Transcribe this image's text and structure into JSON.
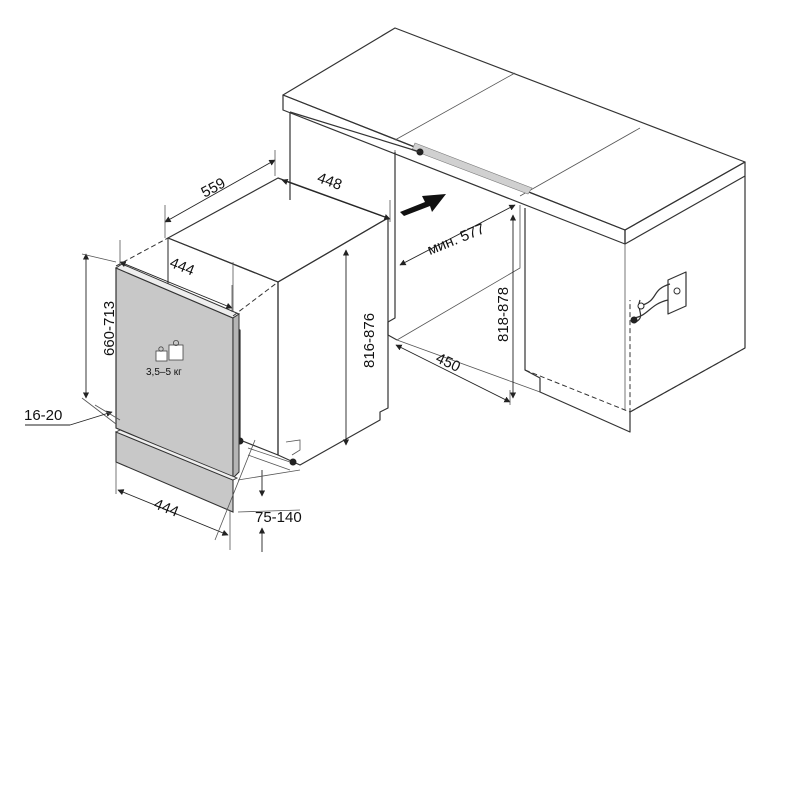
{
  "dimensions": {
    "depth": "559",
    "width_top": "448",
    "door_width": "444",
    "height": "816-876",
    "panel_height": "660-713",
    "panel_thickness": "16-20",
    "plinth_width": "444",
    "plinth_height": "75-140",
    "niche_depth": "мин. 577",
    "niche_height": "818-878",
    "niche_width": "450"
  },
  "door_panel": {
    "weight_label": "3,5–5 кг"
  },
  "colors": {
    "line": "#333333",
    "panel_fill": "#c8c8c8",
    "surface_fill": "#ffffff",
    "gasket_fill": "#d0d0d0"
  },
  "icons": {
    "insert_arrow": "arrow-right-icon",
    "weight": "weight-icon",
    "socket": "power-socket-icon"
  }
}
